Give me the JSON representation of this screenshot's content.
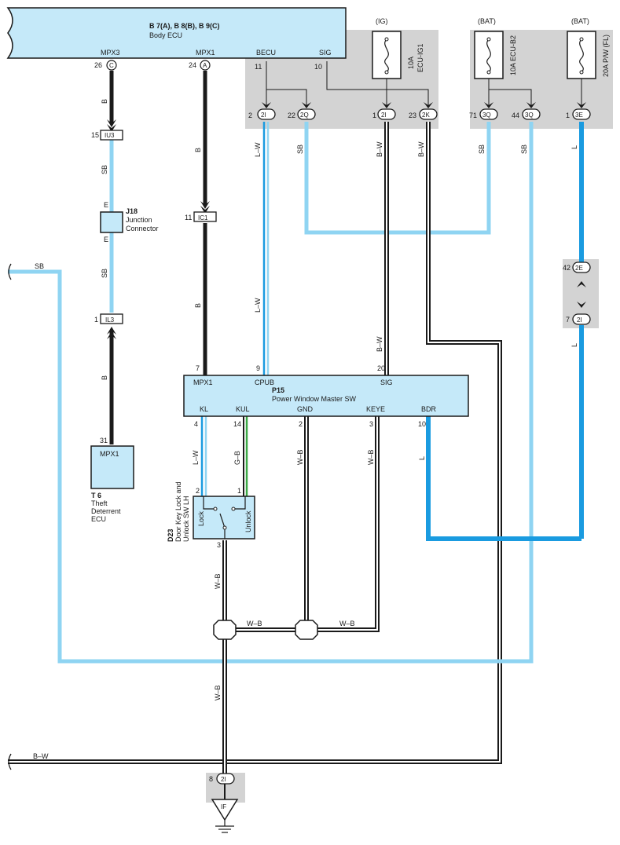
{
  "body_ecu": {
    "code": "B 7(A), B 8(B), B 9(C)",
    "name": "Body ECU",
    "pins": [
      {
        "name": "MPX3",
        "num": "26",
        "conn": "C"
      },
      {
        "name": "MPX1",
        "num": "24",
        "conn": "A"
      },
      {
        "name": "BECU",
        "num": "11"
      },
      {
        "name": "SIG",
        "num": "10"
      }
    ]
  },
  "fuses": [
    {
      "source": "(IG)",
      "label": "10A",
      "name": "ECU-IG1"
    },
    {
      "source": "(BAT)",
      "label": "10A ECU-B2",
      "name": ""
    },
    {
      "source": "(BAT)",
      "label": "20A P/W (FL)",
      "name": ""
    }
  ],
  "junction_pins": [
    {
      "num": "2",
      "code": "2I"
    },
    {
      "num": "22",
      "code": "2Q"
    },
    {
      "num": "1",
      "code": "2I"
    },
    {
      "num": "23",
      "code": "2K"
    },
    {
      "num": "71",
      "code": "3Q"
    },
    {
      "num": "44",
      "code": "3Q"
    },
    {
      "num": "1",
      "code": "3E"
    },
    {
      "num": "42",
      "code": "2E"
    },
    {
      "num": "7",
      "code": "2I"
    },
    {
      "num": "8",
      "code": "2I"
    }
  ],
  "inline_connectors": [
    {
      "num": "15",
      "code": "IU3"
    },
    {
      "num": "11",
      "code": "IC1"
    },
    {
      "num": "1",
      "code": "IL3"
    }
  ],
  "junction_connector": {
    "code": "J18",
    "name1": "Junction",
    "name2": "Connector",
    "pin_top": "E",
    "pin_bottom": "E"
  },
  "theft_ecu": {
    "code": "T 6",
    "name1": "Theft",
    "name2": "Deterrent",
    "name3": "ECU",
    "pin": "MPX1",
    "num": "31"
  },
  "pw_master": {
    "code": "P15",
    "name": "Power Window Master SW",
    "top_pins": [
      {
        "name": "MPX1",
        "num": "7"
      },
      {
        "name": "CPUB",
        "num": "9"
      },
      {
        "name": "SIG",
        "num": "20"
      }
    ],
    "bottom_pins": [
      {
        "name": "KL",
        "num": "4"
      },
      {
        "name": "KUL",
        "num": "14"
      },
      {
        "name": "GND",
        "num": "2"
      },
      {
        "name": "KEYE",
        "num": "3"
      },
      {
        "name": "BDR",
        "num": "10"
      }
    ]
  },
  "door_lock_sw": {
    "code": "D23",
    "name1": "Door Key Lock and",
    "name2": "Unlock SW LH",
    "lock": "Lock",
    "unlock": "Unlock",
    "pins": [
      "2",
      "1",
      "3"
    ]
  },
  "ground": {
    "code": "IF"
  },
  "wire_labels": {
    "b": "B",
    "sb": "SB",
    "lw": "L–W",
    "bw": "B–W",
    "l": "L",
    "gb": "G–B",
    "wb": "W–B"
  },
  "colors": {
    "sb_wire": "#8fd4f2",
    "l_wire": "#1a9be0",
    "component_fill": "#c5e9f9",
    "shade": "#d3d3d3"
  }
}
